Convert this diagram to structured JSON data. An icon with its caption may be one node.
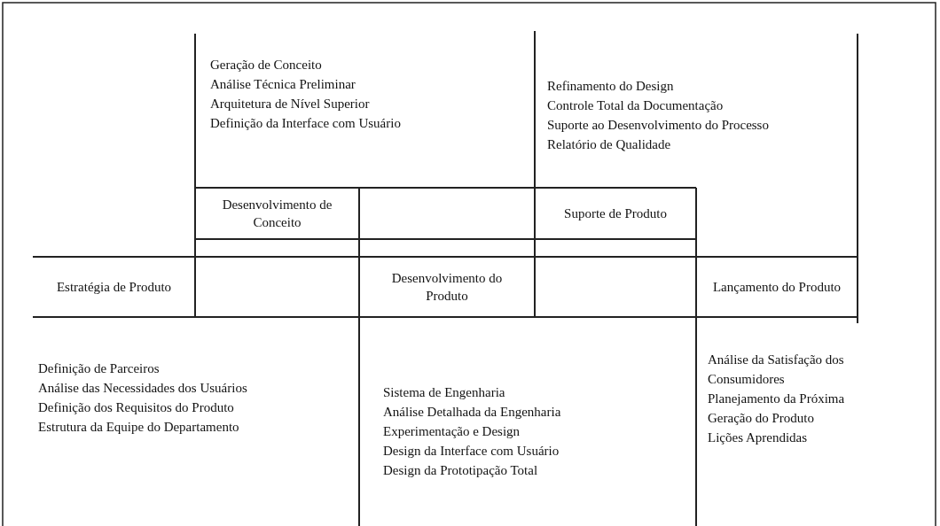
{
  "diagram": {
    "nodes": [
      {
        "text": [
          "Estratégia de Produto"
        ],
        "beside": [
          "Definição de Parceiros",
          "Análise das Necessidades dos Usuários",
          "Definição dos Requisitos do Produto",
          "Estrutura da Equipe do Departamento"
        ]
      },
      {
        "text": [
          "Desenvolvimento de Conceito"
        ],
        "beside": [
          "Geração de Conceito",
          "Análise Técnica Preliminar",
          "Arquitetura de Nível Superior",
          "Definição da Interface com Usuário"
        ]
      },
      {
        "text": [
          "Desenvolvimento do Produto"
        ],
        "beside": [
          "Sistema de Engenharia",
          "Análise Detalhada da Engenharia",
          "Experimentação e Design",
          "Design da Interface com Usuário",
          "Design da Prototipação Total"
        ]
      },
      {
        "text": [
          "Suporte de Produto"
        ],
        "beside": [
          "Refinamento do Design",
          "Controle Total da Documentação",
          "Suporte ao Desenvolvimento do Processo",
          "Relatório de Qualidade"
        ]
      },
      {
        "text": [
          "Lançamento do Produto"
        ],
        "beside": [
          "Análise da Satisfação dos Consumidores",
          "Planejamento da Próxima Geração do Produto",
          "Lições Aprendidas"
        ]
      }
    ]
  }
}
